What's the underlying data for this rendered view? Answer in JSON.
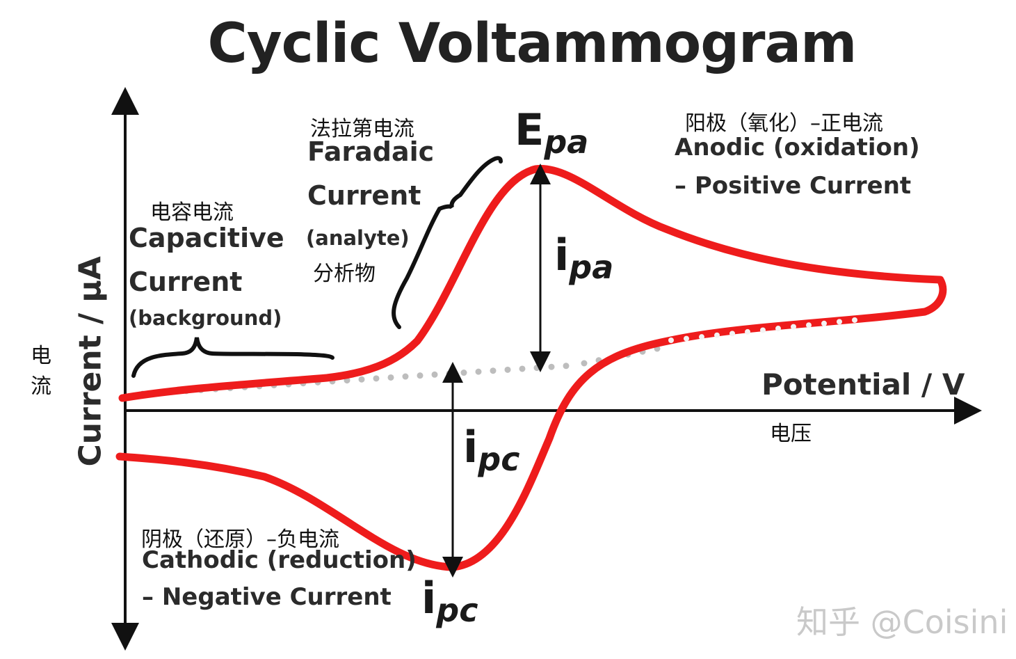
{
  "title": "Cyclic Voltammogram",
  "axes": {
    "y_label": "Current / μA",
    "y_label_zh": "电流",
    "x_label": "Potential / V",
    "x_label_zh": "电压"
  },
  "regions": {
    "capacitive": {
      "zh": "电容电流",
      "line1": "Capacitive",
      "line2": "Current",
      "line3": "(background)"
    },
    "faradaic": {
      "zh": "法拉第电流",
      "line1": "Faradaic",
      "line2": "Current",
      "line3": "(analyte)",
      "zh2": "分析物"
    },
    "anodic": {
      "zh": "阳极（氧化）–正电流",
      "line1": "Anodic (oxidation)",
      "line2": "– Positive Current"
    },
    "cathodic": {
      "zh": "阴极（还原）–负电流",
      "line1": "Cathodic (reduction)",
      "line2": "– Negative Current"
    }
  },
  "symbols": {
    "epa_main": "E",
    "epa_sub": "pa",
    "ipa_main": "i",
    "ipa_sub": "pa",
    "ipc_main": "i",
    "ipc_sub": "pc",
    "ipc2_main": "i",
    "ipc2_sub": "pc"
  },
  "watermark": "知乎 @Coisini",
  "colors": {
    "curve": "#ee1c1c",
    "baseline_dots": "#bdbdbd",
    "axes": "#111111"
  }
}
